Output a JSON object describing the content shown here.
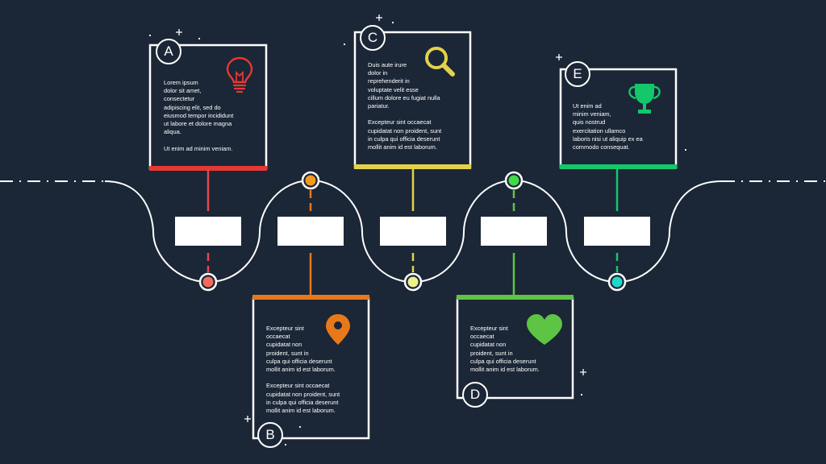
{
  "steps": [
    {
      "letter": "A",
      "text": "Lorem ipsum\ndolor sit amet,\nconsectetur\nadipiscing elit, sed do\neiusmod tempor incididunt\nut labore et dolore magna\naliqua.\n\nUt enim ad minim veniam.",
      "icon": "lightbulb-icon",
      "color": "#e53935",
      "position": "top",
      "label": ""
    },
    {
      "letter": "B",
      "text": "Excepteur sint\noccaecat\ncupidatat non\nproident, sunt in\nculpa qui officia deserunt\nmollit anim id est laborum.\n\nExcepteur sint occaecat\ncupidatat non proident, sunt\nin culpa qui officia deserunt\nmollit anim id est laborum.",
      "icon": "map-pin-icon",
      "color": "#e8791a",
      "position": "bottom",
      "label": ""
    },
    {
      "letter": "C",
      "text": "Duis aute irure\ndolor in\nreprehenderit in\nvoluptate velit esse\ncillum dolore eu fugiat nulla\npariatur.\n\nExcepteur sint occaecat\ncupidatat non proident, sunt\nin culpa qui officia deserunt\nmollit anim id est laborum.",
      "icon": "magnifier-icon",
      "color": "#e2d24a",
      "position": "top",
      "label": ""
    },
    {
      "letter": "D",
      "text": "Excepteur sint\noccaecat\ncupidatat non\nproident, sunt in\nculpa qui officia deserunt\nmollit anim id est laborum.",
      "icon": "heart-icon",
      "color": "#5ec443",
      "position": "bottom",
      "label": ""
    },
    {
      "letter": "E",
      "text": "Ut enim ad\nminim veniam,\nquis nostrud\nexercitation ullamco\nlaboris nisi ut aliquip ex ea\ncommodo consequat.",
      "icon": "trophy-icon",
      "color": "#14c76a",
      "position": "top",
      "label": ""
    }
  ],
  "colors": {
    "background": "#1b2636",
    "line": "#ffffff",
    "node_colors": [
      "#f26b5b",
      "#f29a1f",
      "#eef08a",
      "#3fd94a",
      "#1ed8cc"
    ],
    "connector_colors": [
      "#e5484d",
      "#e8791a",
      "#e2d24a",
      "#5ec443",
      "#14c76a"
    ]
  }
}
